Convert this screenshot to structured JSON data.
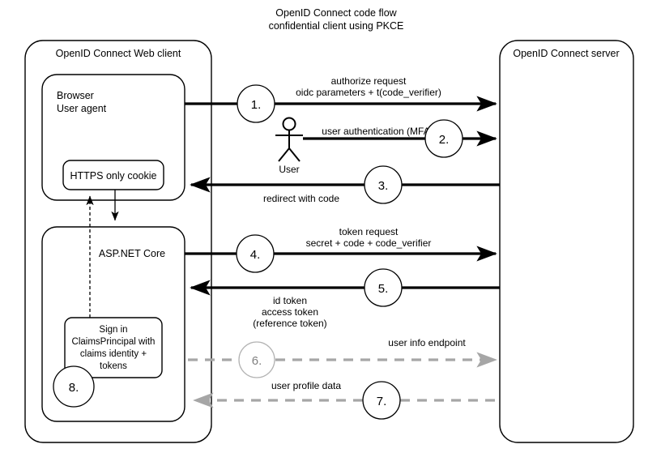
{
  "title": {
    "line1": "OpenID Connect code flow",
    "line2": "confidential client using PKCE"
  },
  "client": {
    "label": "OpenID Connect Web client",
    "browser": {
      "line1": "Browser",
      "line2": "User agent"
    },
    "cookie": {
      "label": "HTTPS only cookie"
    },
    "aspnet": {
      "label": "ASP.NET Core"
    },
    "signin": {
      "line1": "Sign in",
      "line2": "ClaimsPrincipal with",
      "line3": "claims identity +",
      "line4": "tokens"
    },
    "step8": {
      "number": "8."
    }
  },
  "server": {
    "label": "OpenID Connect server"
  },
  "actor": {
    "label": "User"
  },
  "steps": [
    {
      "number": "1.",
      "label_line1": "authorize request",
      "label_line2": "oidc parameters + t(code_verifier)",
      "direction": "right",
      "style": "solid"
    },
    {
      "number": "2.",
      "label_line1": "user authentication (MFA)",
      "direction": "right",
      "style": "solid"
    },
    {
      "number": "3.",
      "label_line1": "redirect with code",
      "direction": "left",
      "style": "solid"
    },
    {
      "number": "4.",
      "label_line1": "token request",
      "label_line2": "secret + code + code_verifier",
      "direction": "right",
      "style": "solid"
    },
    {
      "number": "5.",
      "label_line1": "id token",
      "label_line2": "access token",
      "label_line3": "(reference token)",
      "direction": "left",
      "style": "solid"
    },
    {
      "number": "6.",
      "label_line1": "user info endpoint",
      "direction": "right",
      "style": "dashed"
    },
    {
      "number": "7.",
      "label_line1": "user profile data",
      "direction": "left",
      "style": "dashed"
    }
  ],
  "colors": {
    "stroke": "#000000",
    "dashed_gray": "#a6a6a6",
    "muted_gray": "#b3b3b3",
    "background": "#ffffff"
  }
}
